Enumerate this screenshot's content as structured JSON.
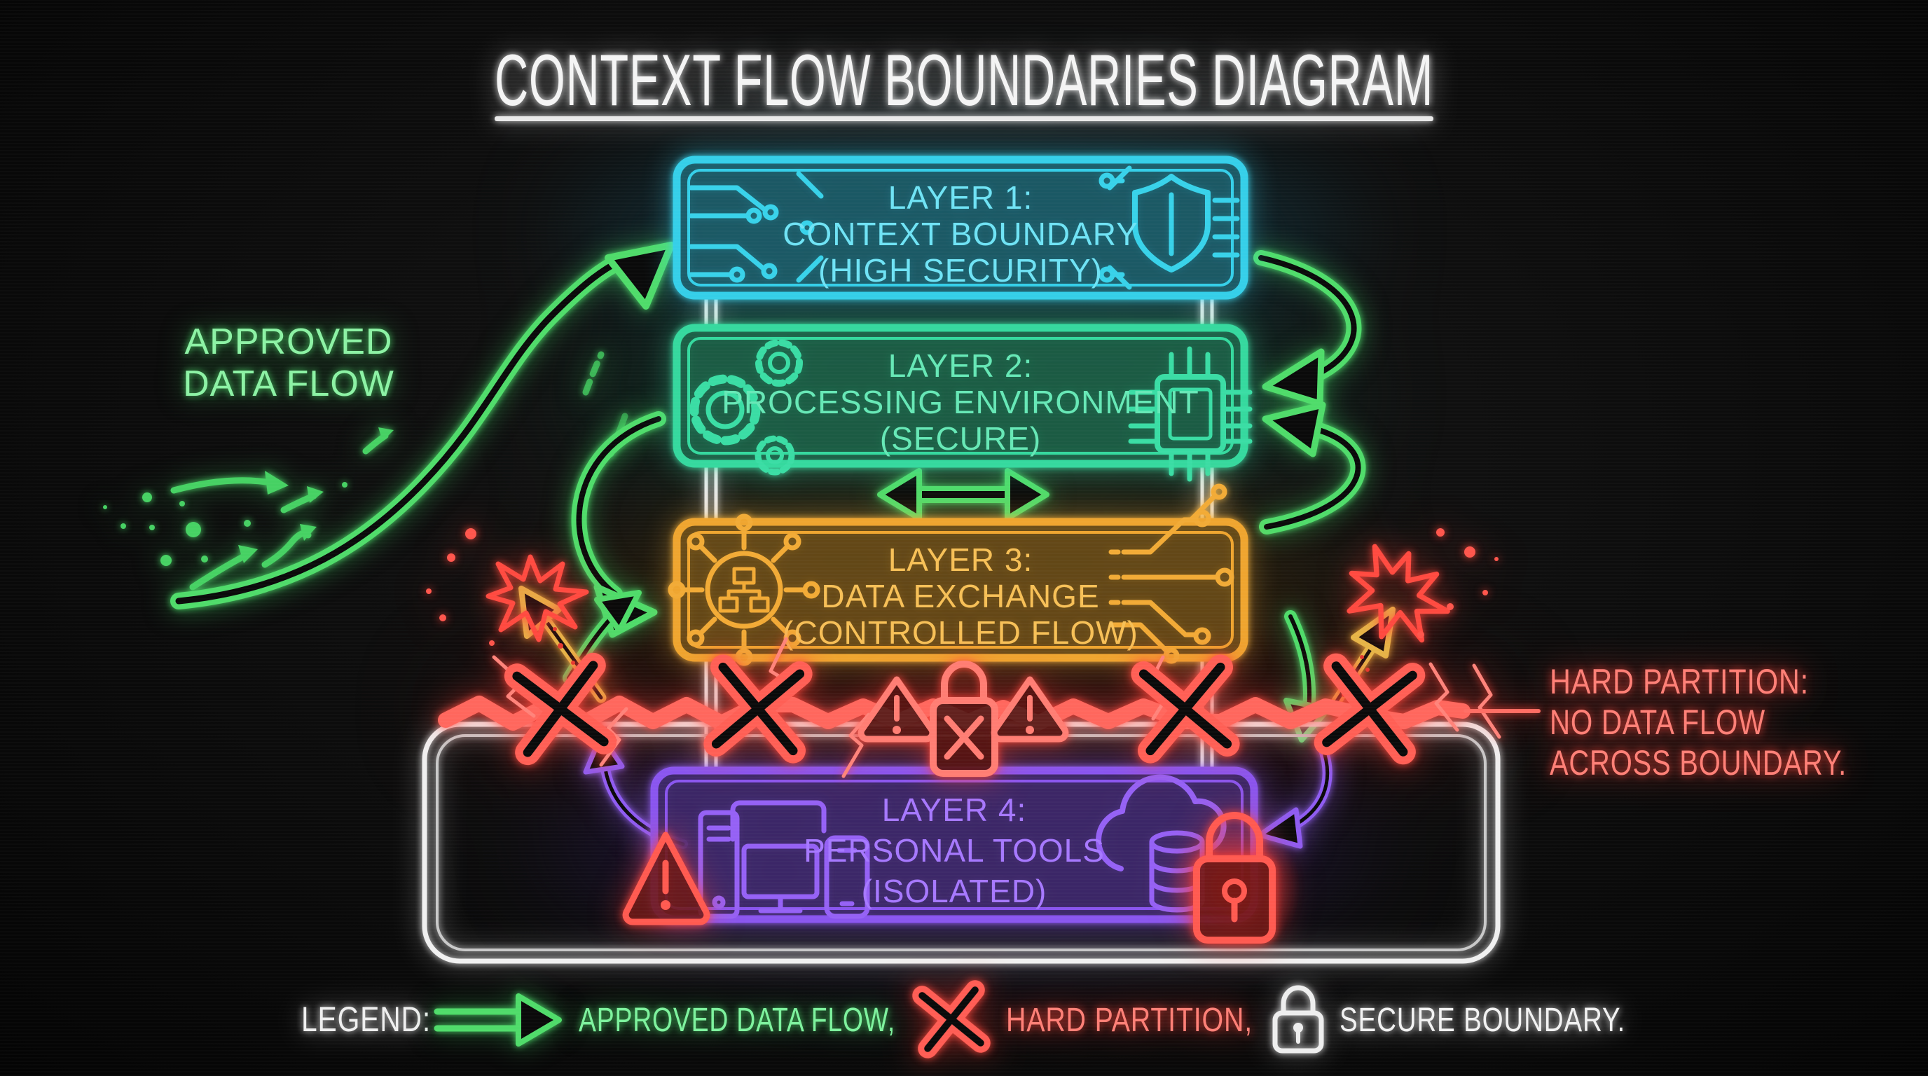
{
  "title": "CONTEXT FLOW BOUNDARIES DIAGRAM",
  "layers": [
    {
      "name": "layer-1",
      "line1": "LAYER 1:",
      "line2": "CONTEXT BOUNDARY",
      "line3": "(HIGH SECURITY)",
      "color": "#3bd3ec"
    },
    {
      "name": "layer-2",
      "line1": "LAYER 2:",
      "line2": "PROCESSING ENVIRONMENT",
      "line3": "(SECURE)",
      "color": "#3cdba2"
    },
    {
      "name": "layer-3",
      "line1": "LAYER 3:",
      "line2": "DATA EXCHANGE",
      "line3": "(CONTROLLED FLOW)",
      "color": "#f2a93b"
    },
    {
      "name": "layer-4",
      "line1": "LAYER 4:",
      "line2": "PERSONAL TOOLS",
      "line3": "(ISOLATED)",
      "color": "#9360f6"
    }
  ],
  "annotations": {
    "approved_flow": {
      "line1": "APPROVED",
      "line2": "DATA FLOW",
      "color": "#7df29d"
    },
    "hard_partition": {
      "line1": "HARD PARTITION:",
      "line2": "NO DATA FLOW",
      "line3": "ACROSS BOUNDARY.",
      "color": "#ff7f76"
    }
  },
  "legend": {
    "label": "LEGEND:",
    "items": [
      {
        "icon": "double-arrow-icon",
        "label": "APPROVED DATA FLOW,",
        "color": "#7df29d"
      },
      {
        "icon": "x-mark-icon",
        "label": "HARD PARTITION,",
        "color": "#ff7f76"
      },
      {
        "icon": "padlock-icon",
        "label": "SECURE BOUNDARY.",
        "color": "#f2f2f2"
      }
    ]
  },
  "colors": {
    "background": "#0a0a0a",
    "white": "#f2f2f2",
    "cyan": "#3bd3ec",
    "teal": "#3cdba2",
    "amber": "#f2a93b",
    "purple": "#9360f6",
    "green_arrow": "#4fdc6a",
    "red": "#ff5f55",
    "salmon": "#ff7f76",
    "blocked_yellow": "#e5bd49"
  }
}
